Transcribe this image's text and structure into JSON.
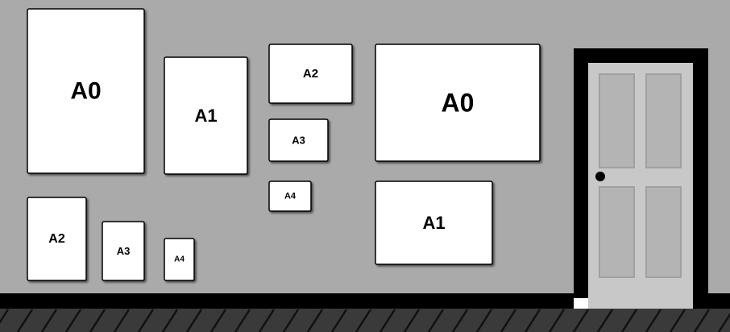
{
  "colors": {
    "wall": "#aaaaaa",
    "frame": "#ffffff",
    "frame_border": "#000000",
    "baseboard": "#000000",
    "floor": "#3a3a3a",
    "floor_line": "#111111",
    "door": "#c8c8c8",
    "door_panel": "#b4b4b4",
    "door_frame": "#000000",
    "knob": "#000000"
  },
  "frames": [
    {
      "label": "A0"
    },
    {
      "label": "A1"
    },
    {
      "label": "A2"
    },
    {
      "label": "A3"
    },
    {
      "label": "A4"
    },
    {
      "label": "A2"
    },
    {
      "label": "A3"
    },
    {
      "label": "A4"
    },
    {
      "label": "A0"
    },
    {
      "label": "A1"
    }
  ],
  "door": {
    "icon": "door-icon"
  }
}
